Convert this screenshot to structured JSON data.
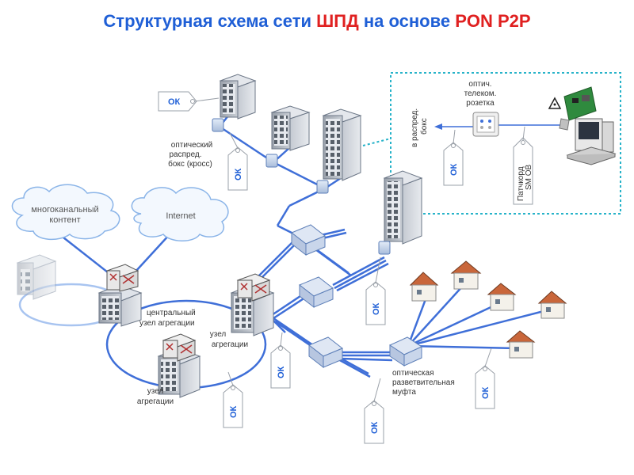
{
  "title": {
    "part1": "Структурная схема сети ",
    "part2": "ШПД",
    "part3": " на основе ",
    "part4": "PON P2P"
  },
  "clouds": {
    "multichannel_line1": "многоканальный",
    "multichannel_line2": "контент",
    "internet": "Internet"
  },
  "labels": {
    "central_node_line1": "центральный",
    "central_node_line2": "узел агрегации",
    "node1_line1": "узел",
    "node1_line2": "агрегации",
    "node2_line1": "узел",
    "node2_line2": "агрегации",
    "opt_box_line1": "оптический",
    "opt_box_line2": "распред.",
    "opt_box_line3": "бокс (кросс)",
    "splitter_line1": "оптическая",
    "splitter_line2": "разветвительная",
    "splitter_line3": "муфта",
    "socket_line1": "оптич.",
    "socket_line2": "телеком.",
    "socket_line3": "розетка",
    "to_box_line1": "в распред.",
    "to_box_line2": "бокс",
    "patchcord_line1": "Патчкорд",
    "patchcord_line2": "SM OB"
  },
  "ok_tag": "ОК",
  "colors": {
    "title_blue": "#1f5fd6",
    "title_red": "#e02020",
    "line_blue": "#3f6fd8",
    "dashed_border": "#27b3c9"
  }
}
